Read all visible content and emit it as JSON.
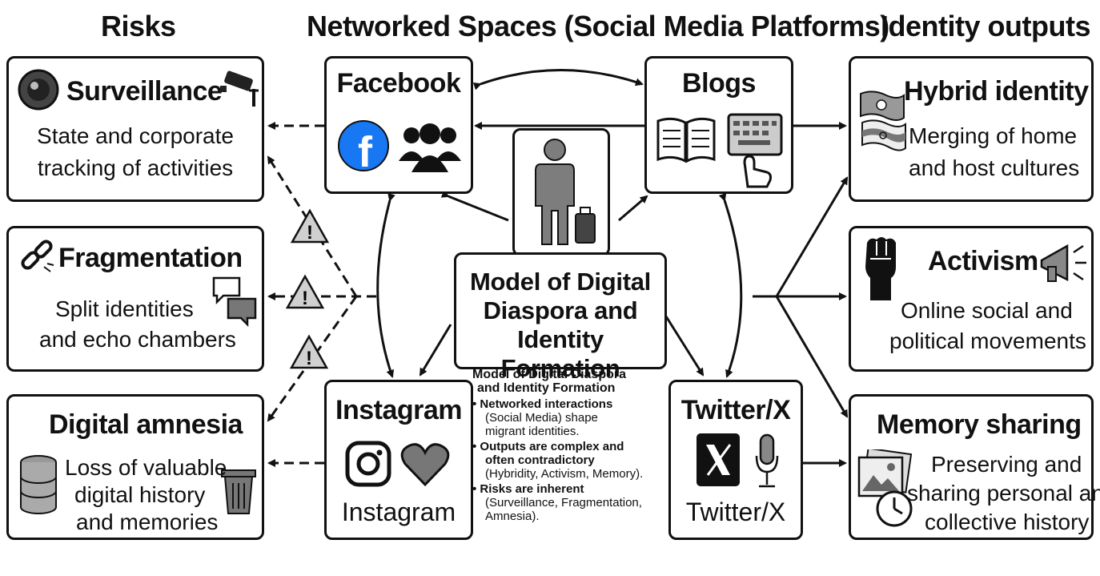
{
  "headers": {
    "risks": "Risks",
    "spaces": "Networked Spaces (Social Media Platforms)",
    "outputs": "Identity outputs"
  },
  "risks": [
    {
      "title": "Surveillance",
      "desc1": "State and corporate",
      "desc2": "tracking of activities"
    },
    {
      "title": "Fragmentation",
      "desc1": "Split identities",
      "desc2": "and echo chambers"
    },
    {
      "title": "Digital amnesia",
      "desc1": "Loss of valuable",
      "desc2": "digital history",
      "desc3": "and memories"
    }
  ],
  "platforms": {
    "facebook": {
      "title": "Facebook"
    },
    "blogs": {
      "title": "Blogs"
    },
    "instagram": {
      "title": "Instagram",
      "label": "Instagram"
    },
    "twitter": {
      "title": "Twitter/X",
      "label": "Twitter/X"
    }
  },
  "outputs": [
    {
      "title": "Hybrid identity",
      "desc1": "Merging of home",
      "desc2": "and host cultures"
    },
    {
      "title": "Activism",
      "desc1": "Online social and",
      "desc2": "political movements"
    },
    {
      "title": "Memory sharing",
      "desc1": "Preserving and",
      "desc2": "sharing personal and",
      "desc3": "collective history"
    }
  ],
  "center": {
    "line1": "Model of Digital",
    "line2": "Diaspora and",
    "line3": "Identity Formation"
  },
  "notes": {
    "head1": "Model of Digital Diaspora",
    "head2": "and Identity Formation",
    "b1_bold1": "• Networked interactions",
    "b1_t1": "(Social Media) shape",
    "b1_t2": "migrant identities.",
    "b2_bold1": "• Outputs are complex and",
    "b2_bold2": "often contradictory",
    "b2_t1": "(Hybridity, Activism, Memory).",
    "b3_bold1": "• Risks are inherent",
    "b3_t1": "(Surveillance, Fragmentation,",
    "b3_t2": "Amnesia)."
  },
  "icons": {
    "surveillance": [
      "eye-icon",
      "cctv-camera-icon"
    ],
    "fragmentation": [
      "broken-link-icon",
      "speech-bubbles-icon"
    ],
    "amnesia": [
      "database-icon",
      "trash-can-icon"
    ],
    "facebook": [
      "facebook-logo-icon",
      "people-group-icon"
    ],
    "blogs": [
      "open-book-icon",
      "keyboard-typing-icon"
    ],
    "instagram": [
      "instagram-logo-icon",
      "heart-icon"
    ],
    "twitter": [
      "x-logo-icon",
      "microphone-icon"
    ],
    "hybrid": [
      "flags-icon"
    ],
    "activism": [
      "raised-fist-icon",
      "megaphone-icon"
    ],
    "memory": [
      "photos-icon",
      "clock-icon"
    ],
    "warning": "warning-triangle-icon"
  },
  "colors": {
    "facebook_blue": "#1877F2",
    "ink": "#111111",
    "grey_icon": "#6b6b6b"
  }
}
